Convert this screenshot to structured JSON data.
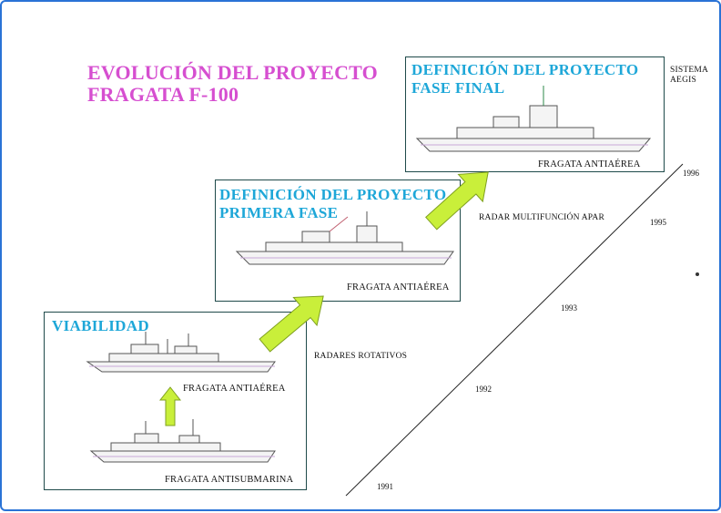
{
  "title": {
    "line1": "EVOLUCIÓN DEL PROYECTO",
    "line2": "FRAGATA F-100"
  },
  "stages": {
    "viabilidad": {
      "title": "VIABILIDAD",
      "ship_upper_caption": "FRAGATA ANTIAÉREA",
      "ship_lower_caption": "FRAGATA ANTISUBMARINA"
    },
    "primera_fase": {
      "title_line1": "DEFINICIÓN DEL PROYECTO",
      "title_line2": "PRIMERA FASE",
      "caption": "FRAGATA ANTIAÉREA"
    },
    "fase_final": {
      "title_line1": "DEFINICIÓN DEL PROYECTO",
      "title_line2": "FASE FINAL",
      "caption": "FRAGATA ANTIAÉREA"
    }
  },
  "annotations": {
    "radares_rotativos": "RADARES ROTATIVOS",
    "radar_multifuncion": "RADAR MULTIFUNCIÓN APAR",
    "sistema_line1": "SISTEMA",
    "sistema_line2": "AEGIS"
  },
  "timeline": {
    "years": [
      "1991",
      "1992",
      "1993",
      "1995",
      "1996"
    ]
  },
  "colors": {
    "title": "#d64fd0",
    "stage_title": "#1ea7d8",
    "arrow_fill": "#c9ef3a",
    "arrow_stroke": "#7fa020",
    "frame": "#2a73d6"
  }
}
